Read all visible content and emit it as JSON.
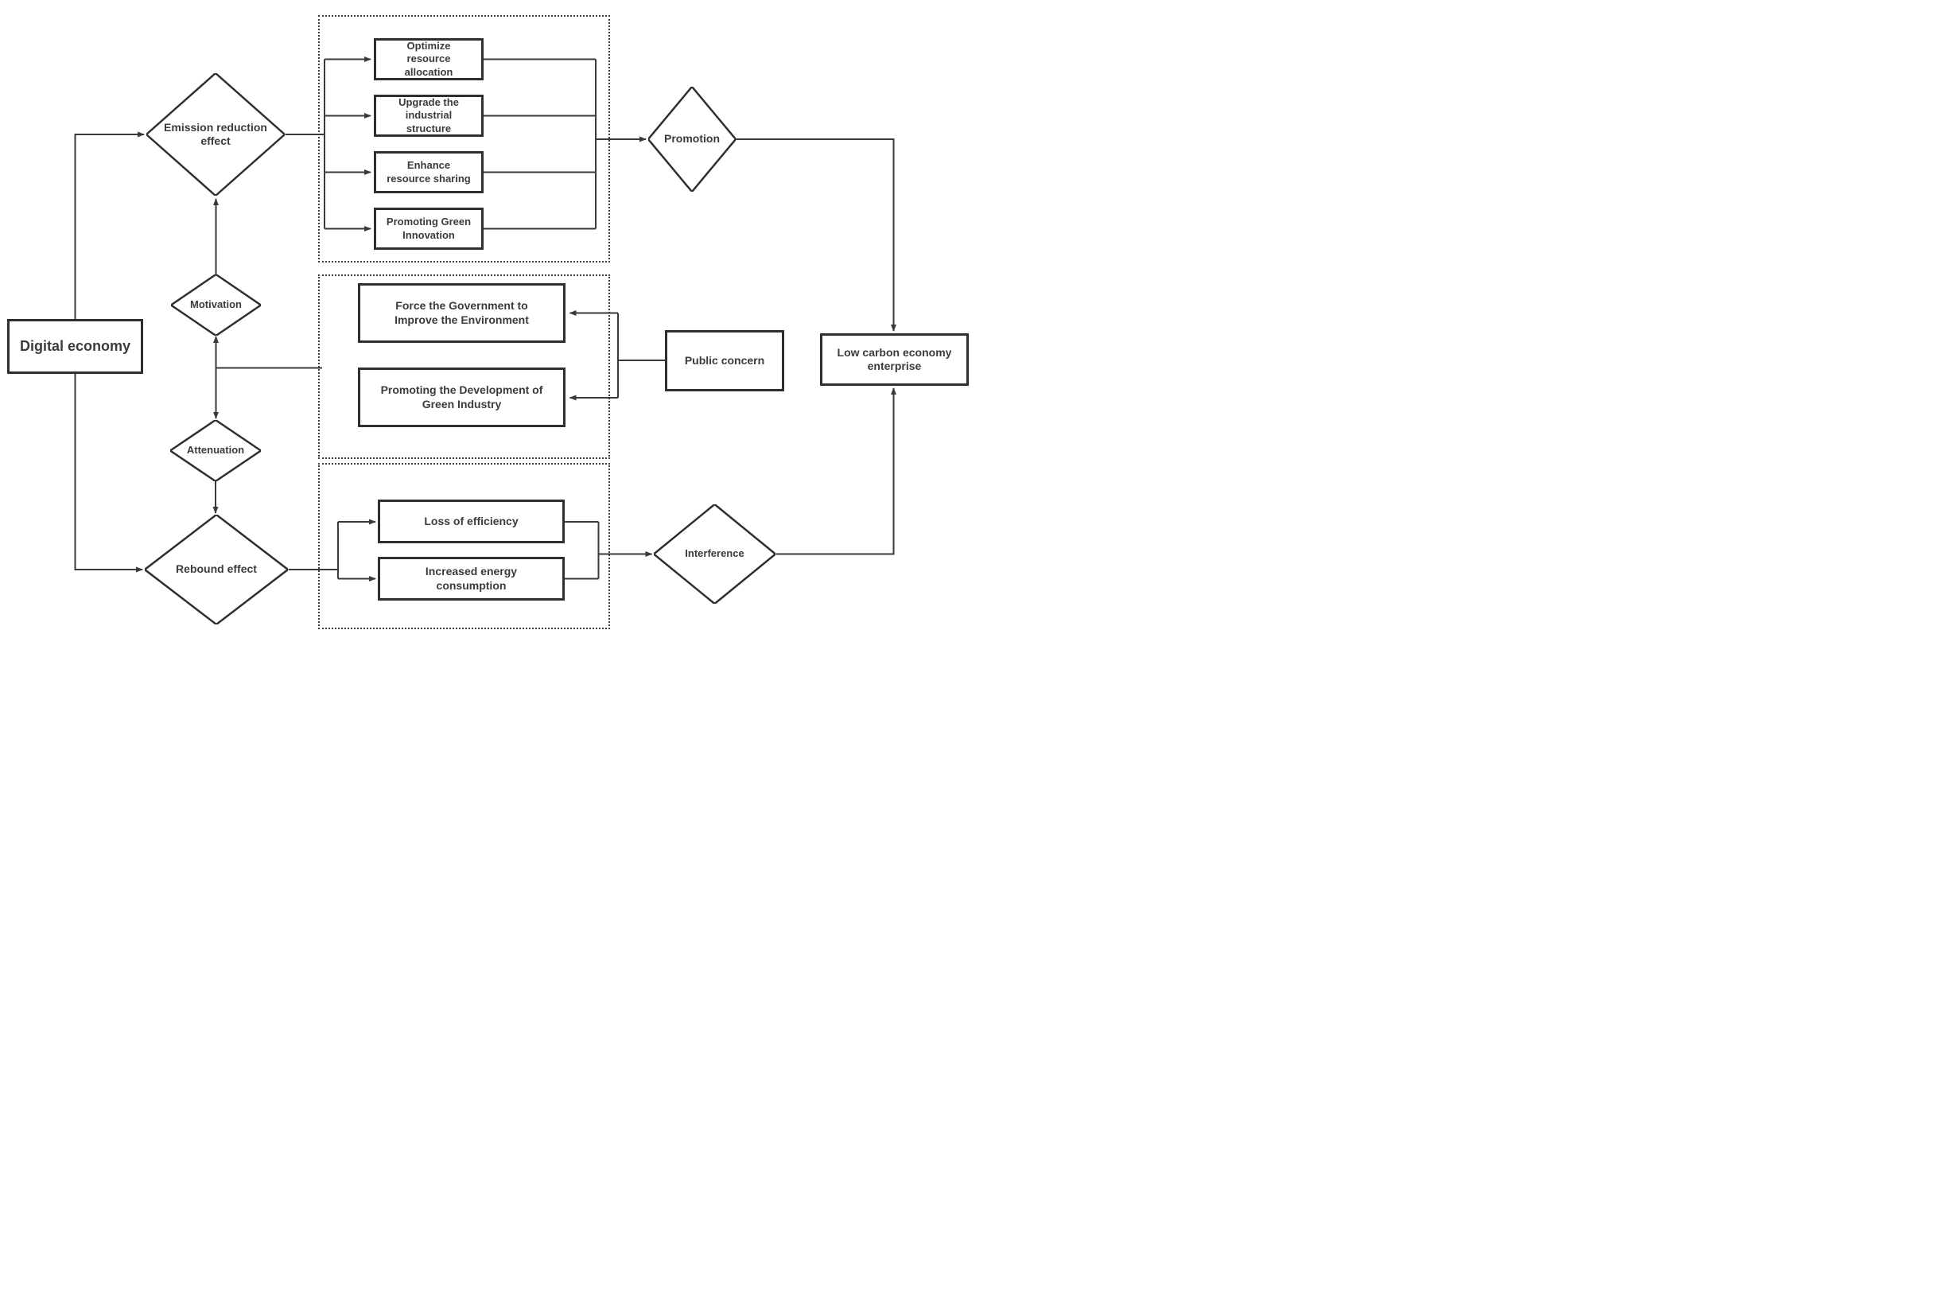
{
  "diagram": {
    "nodes": {
      "digital_economy": {
        "label": "Digital economy"
      },
      "emission_effect": {
        "label": "Emission reduction effect"
      },
      "motivation": {
        "label": "Motivation"
      },
      "attenuation": {
        "label": "Attenuation"
      },
      "rebound_effect": {
        "label": "Rebound effect"
      },
      "optimize": {
        "label": "Optimize resource allocation"
      },
      "upgrade": {
        "label": "Upgrade the industrial structure"
      },
      "enhance": {
        "label": "Enhance resource sharing"
      },
      "green_innovation": {
        "label": "Promoting Green Innovation"
      },
      "promotion": {
        "label": "Promotion"
      },
      "force_government": {
        "label": "Force the Government to Improve the Environment"
      },
      "green_industry": {
        "label": "Promoting the Development of Green Industry"
      },
      "public_concern": {
        "label": "Public concern"
      },
      "loss_efficiency": {
        "label": "Loss of efficiency"
      },
      "increased_energy": {
        "label": "Increased energy consumption"
      },
      "interference": {
        "label": "Interference"
      },
      "low_carbon": {
        "label": "Low carbon economy enterprise"
      }
    },
    "colors": {
      "line": "#3a3a3a",
      "border": "#2f2f2f",
      "text": "#3b3b3b",
      "background": "#ffffff"
    }
  }
}
